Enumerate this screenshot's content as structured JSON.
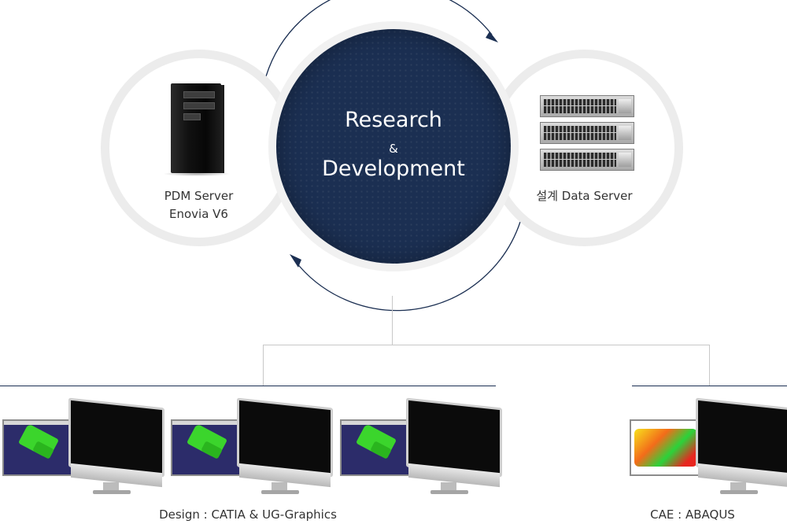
{
  "center": {
    "line1": "Research",
    "amp": "&",
    "line2": "Development"
  },
  "left_node": {
    "line1": "PDM Server",
    "line2": "Enovia V6"
  },
  "right_node": {
    "label": "설계 Data Server"
  },
  "bottom": {
    "design_label": "Design : CATIA & UG-Graphics",
    "cae_label": "CAE : ABAQUS"
  },
  "colors": {
    "navy": "#1b2f52",
    "connector": "#c8c8c8",
    "ring": "#ececec"
  },
  "icons": {
    "pdm": "tower-server-icon",
    "data": "rack-server-icon",
    "design": "workstation-icon",
    "cae": "workstation-icon"
  }
}
